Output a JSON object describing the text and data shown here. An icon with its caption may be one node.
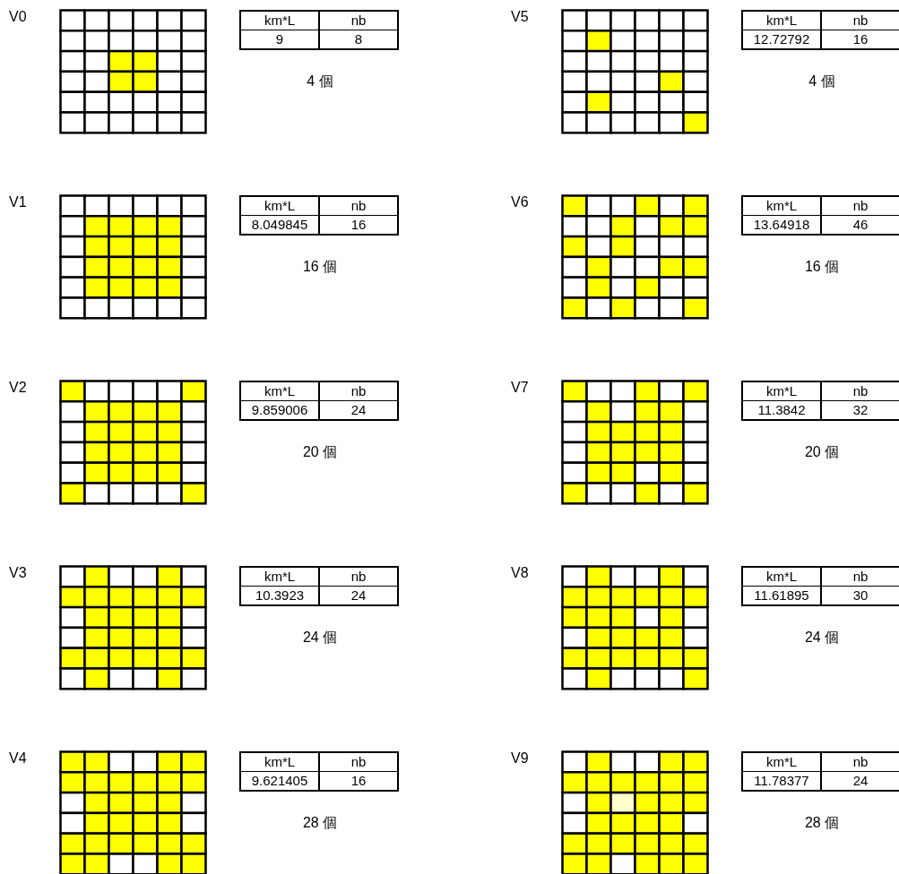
{
  "diagram": {
    "labels": [
      "V0",
      "km*L",
      "nb",
      "9",
      "8",
      "4 個",
      "V5",
      "km*L",
      "nb",
      "12.72792",
      "16",
      "4 個",
      "V1",
      "km*L",
      "nb",
      "8.049845",
      "16",
      "16 個",
      "V6",
      "km*L",
      "nb",
      "13.64918",
      "46",
      "16 個",
      "V2",
      "km*L",
      "nb",
      "9.859006",
      "24",
      "20 個",
      "V7",
      "km*L",
      "nb",
      "11.3842",
      "32",
      "20 個",
      "V3",
      "km*L",
      "nb",
      "10.3923",
      "24",
      "24 個",
      "V8",
      "km*L",
      "nb",
      "11.61895",
      "30",
      "24 個",
      "V4",
      "km*L",
      "nb",
      "9.621405",
      "16",
      "28 個",
      "V9",
      "km*L",
      "nb",
      "11.78377",
      "24",
      "28 個"
    ]
  }
}
